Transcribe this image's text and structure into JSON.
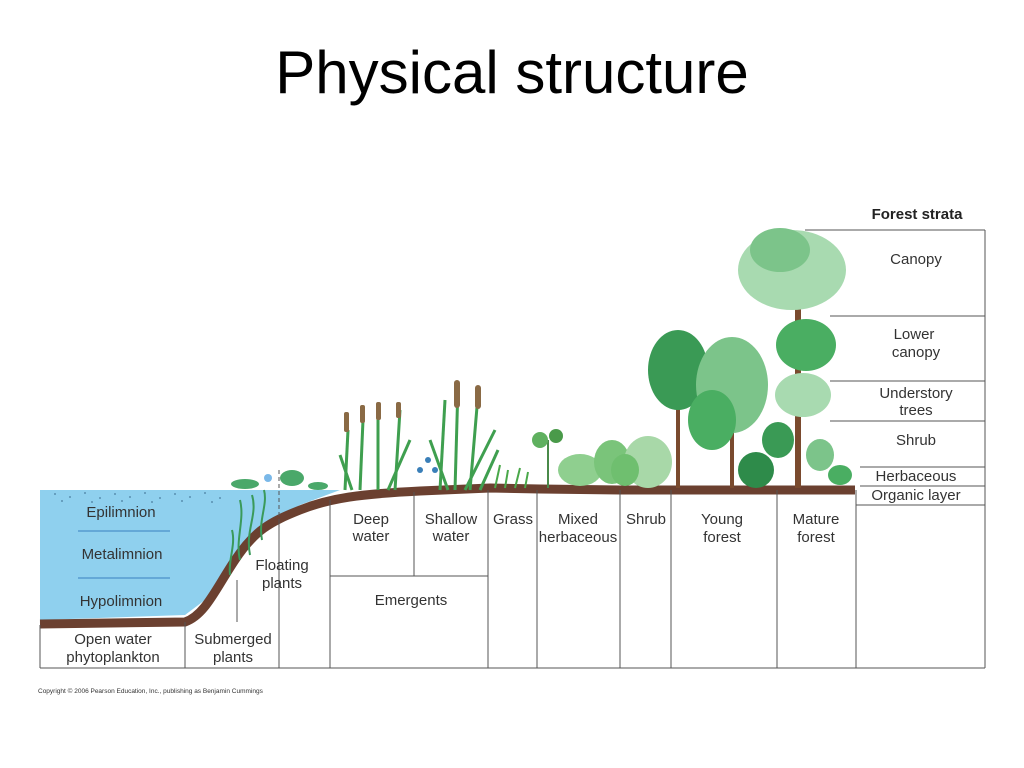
{
  "slide": {
    "title": "Physical structure",
    "copyright": "Copyright © 2006 Pearson Education, Inc., publishing as Benjamin Cummings"
  },
  "forest_strata": {
    "heading": "Forest strata",
    "canopy": "Canopy",
    "lower_canopy_1": "Lower",
    "lower_canopy_2": "canopy",
    "understory_1": "Understory",
    "understory_2": "trees",
    "shrub": "Shrub",
    "herbaceous": "Herbaceous",
    "organic_layer": "Organic layer"
  },
  "lake_layers": {
    "epilimnion": "Epilimnion",
    "metalimnion": "Metalimnion",
    "hypolimnion": "Hypolimnion"
  },
  "zones": {
    "open_water_1": "Open water",
    "open_water_2": "phytoplankton",
    "submerged_1": "Submerged",
    "submerged_2": "plants",
    "floating_1": "Floating",
    "floating_2": "plants",
    "deep_water_1": "Deep",
    "deep_water_2": "water",
    "shallow_water_1": "Shallow",
    "shallow_water_2": "water",
    "emergents": "Emergents",
    "grass": "Grass",
    "mixed_1": "Mixed",
    "mixed_2": "herbaceous",
    "shrub": "Shrub",
    "young_1": "Young",
    "young_2": "forest",
    "mature_1": "Mature",
    "mature_2": "forest"
  },
  "colors": {
    "water": "#8fd0ee",
    "soil": "#6b4030",
    "foliage_dark": "#2e8b4a",
    "foliage_light": "#9fd3a0",
    "trunk": "#7a4a2e"
  }
}
